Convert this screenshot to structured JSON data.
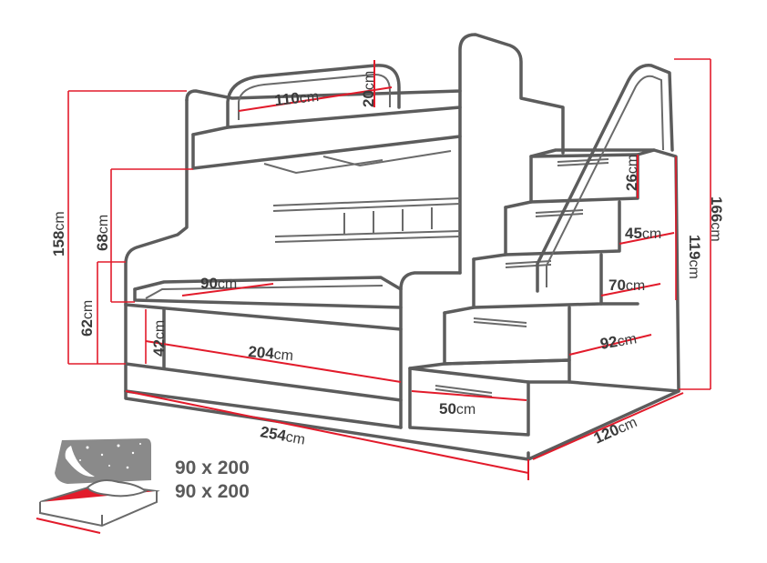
{
  "colors": {
    "outline": "#5c5c5c",
    "dimension": "#e21b2b",
    "text": "#3a3a3a"
  },
  "dimensions": [
    {
      "id": "rail-width",
      "value": "110",
      "unit": "cm"
    },
    {
      "id": "rail-height",
      "value": "20",
      "unit": "cm"
    },
    {
      "id": "total-height-left",
      "value": "158",
      "unit": "cm"
    },
    {
      "id": "upper-clearance",
      "value": "68",
      "unit": "cm"
    },
    {
      "id": "lower-height",
      "value": "62",
      "unit": "cm"
    },
    {
      "id": "lower-mattress-width",
      "value": "90",
      "unit": "cm"
    },
    {
      "id": "drawer-height",
      "value": "42",
      "unit": "cm"
    },
    {
      "id": "lower-length",
      "value": "204",
      "unit": "cm"
    },
    {
      "id": "total-length",
      "value": "254",
      "unit": "cm"
    },
    {
      "id": "step-height",
      "value": "26",
      "unit": "cm"
    },
    {
      "id": "step-1-depth",
      "value": "45",
      "unit": "cm"
    },
    {
      "id": "step-2-depth",
      "value": "70",
      "unit": "cm"
    },
    {
      "id": "step-3-depth",
      "value": "92",
      "unit": "cm"
    },
    {
      "id": "bottom-step-width",
      "value": "50",
      "unit": "cm"
    },
    {
      "id": "stair-height",
      "value": "119",
      "unit": "cm"
    },
    {
      "id": "total-height-right",
      "value": "166",
      "unit": "cm"
    },
    {
      "id": "total-depth",
      "value": "120",
      "unit": "cm"
    }
  ],
  "mattress_sizes": [
    "90 x 200",
    "90 x 200"
  ]
}
